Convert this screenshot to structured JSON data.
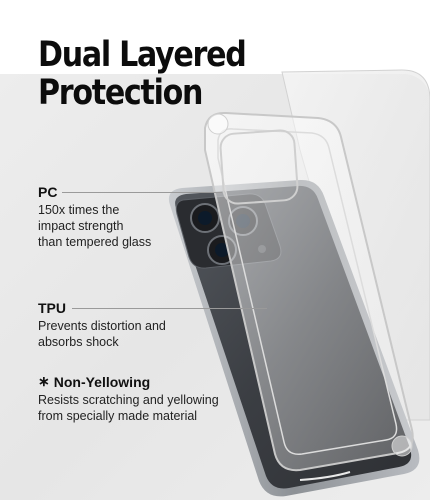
{
  "headline": {
    "line1": "Dual Layered",
    "line2": "Protection"
  },
  "features": [
    {
      "title": "PC",
      "desc": "150x times the\nimpact strength\nthan tempered glass"
    },
    {
      "title": "TPU",
      "desc": "Prevents distortion and\nabsorbs shock"
    },
    {
      "icon": "asterisk-icon",
      "title": "Non-Yellowing",
      "desc": "Resists scratching and yellowing\nfrom specially made material"
    }
  ],
  "colors": {
    "panel": "#e8e8e8",
    "phone_body": "#3a3d42",
    "phone_frame": "#9ea2a8",
    "text": "#111111"
  }
}
